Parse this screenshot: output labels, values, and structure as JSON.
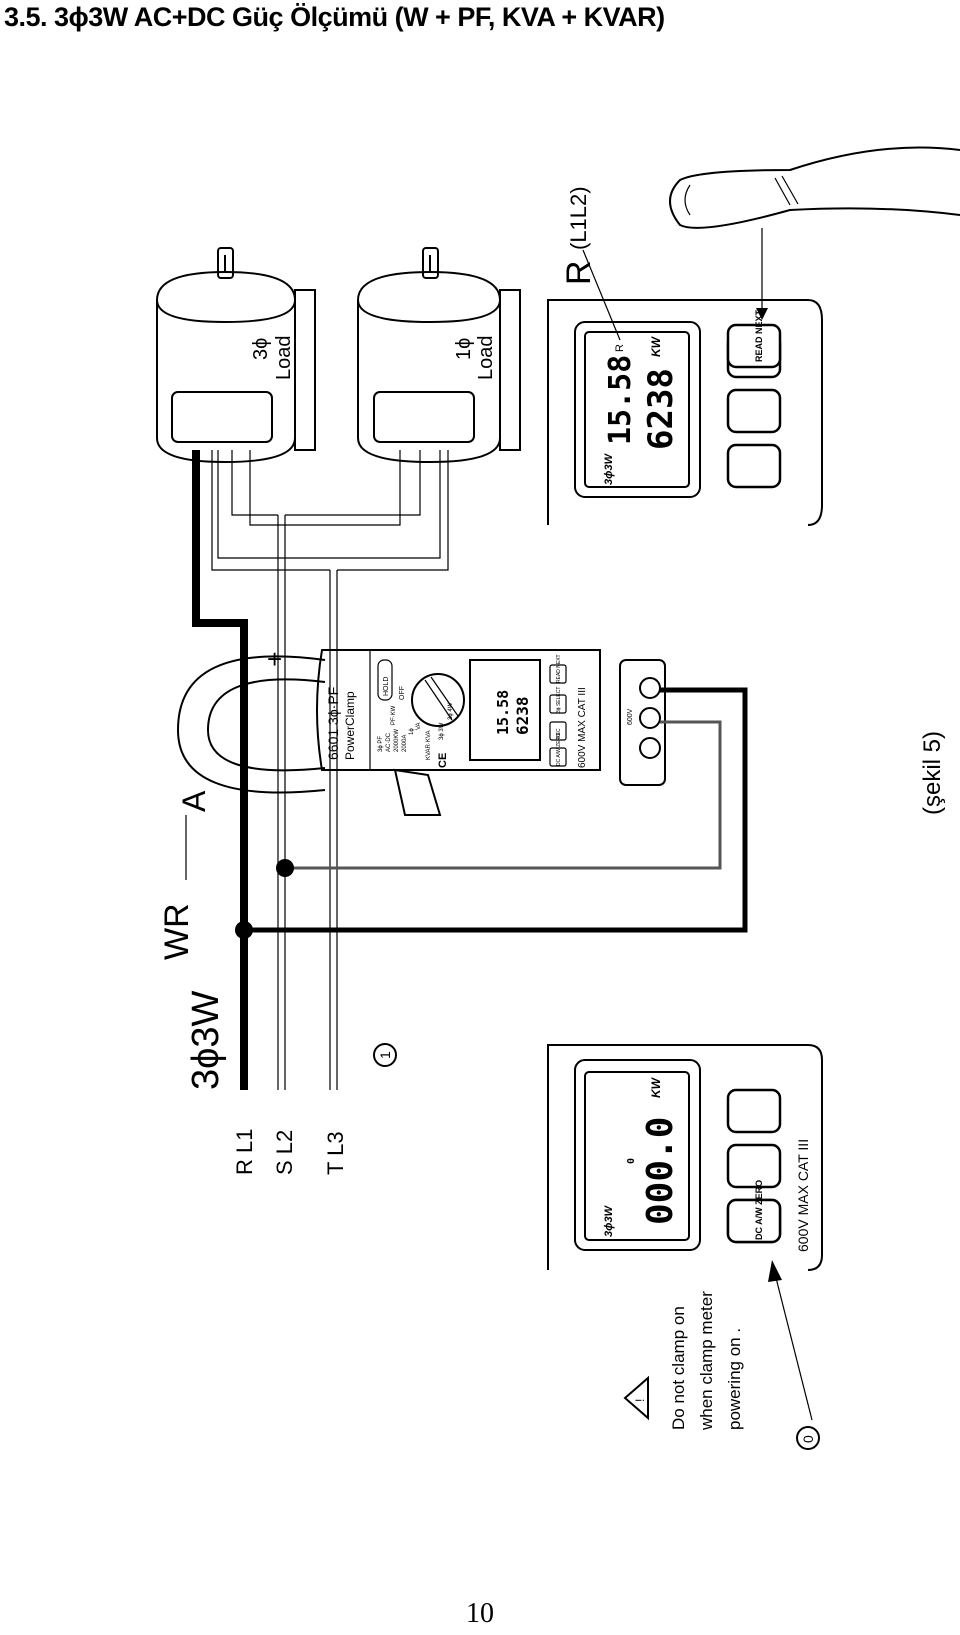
{
  "heading": "3.5. 3ϕ3W AC+DC Güç Ölçümü (W + PF, KVA + KVAR)",
  "page_number": "10",
  "caption": "(şekil 5)",
  "lines": {
    "r": "R L1",
    "s": "S L2",
    "t": "T L3"
  },
  "system_label": "3ϕ3W",
  "wattage_label": "WR",
  "current_label": "A",
  "step_one": "1",
  "step_zero": "0",
  "loads": [
    {
      "phase": "3ϕ",
      "label": "Load"
    },
    {
      "phase": "1ϕ",
      "label": "Load"
    }
  ],
  "clamp": {
    "model": "6601 3ϕ·PF",
    "name": "PowerClamp",
    "hold": "HOLD",
    "off": "OFF",
    "ce": "CE",
    "range_labels": [
      "PF·KW",
      "3ϕ PF",
      "AC·DC",
      "2000KW",
      "2000A",
      "1ϕ",
      "VA",
      "KVAR·KVA",
      "3ϕ 3W",
      "3ϕ 4W"
    ],
    "buttons": [
      "READ NEXT",
      "3ϕ SELECT",
      "REC",
      "DC A/W ZERO"
    ],
    "cat": "600V MAX CAT III",
    "terminal": "600V"
  },
  "display_r": {
    "mode": "3ϕ3W",
    "upper": "15.58",
    "lower": "6238",
    "unit": "KW",
    "phase_flag": "R",
    "phase_title": "R",
    "phase_pair": "(L1L2)",
    "buttons": [
      "READ NEXT"
    ]
  },
  "display_zero": {
    "mode": "3ϕ3W",
    "upper": "0",
    "lower": "000.0",
    "unit": "KW",
    "buttons": [
      "DC A/W ZERO"
    ],
    "cat": "600V MAX CAT III"
  },
  "warning": {
    "line1": "Do not clamp on",
    "line2": "when clamp meter",
    "line3": "powering on ."
  }
}
